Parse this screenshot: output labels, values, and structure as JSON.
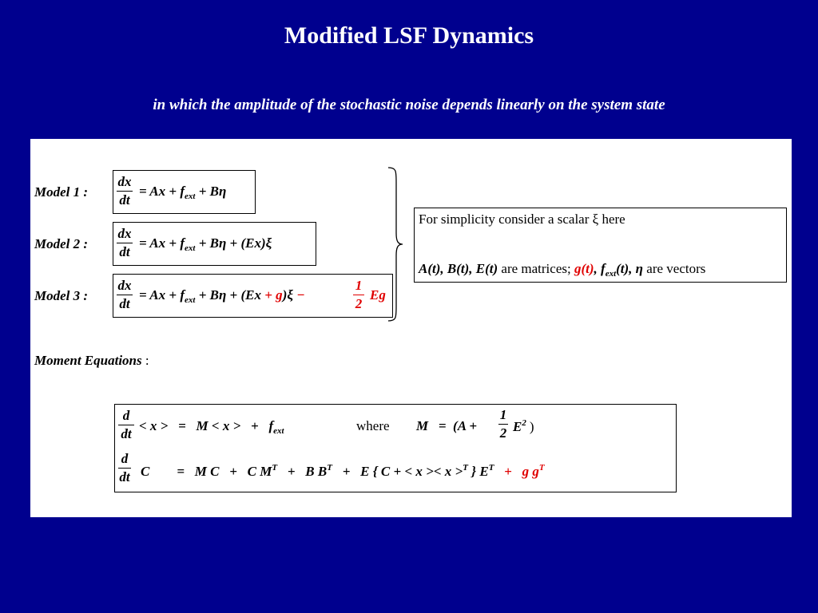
{
  "title": "Modified LSF Dynamics",
  "subtitle": "in which the amplitude of the  stochastic noise depends linearly on the system state",
  "models": [
    {
      "label": "Model  1 :",
      "num": "dx",
      "den": "dt",
      "rhs": "= Ax + f",
      "sub": "ext",
      "tail": " + Bη"
    },
    {
      "label": "Model  2 :",
      "num": "dx",
      "den": "dt",
      "rhs": "= Ax + f",
      "sub": "ext",
      "tail": " + Bη + (Ex)ξ"
    },
    {
      "label": "Model  3 :",
      "num": "dx",
      "den": "dt",
      "rhs": "= Ax + f",
      "sub": "ext",
      "tail_a": " + Bη + (Ex ",
      "tail_red": "+ g",
      "tail_b": ")ξ ",
      "minus": "−",
      "half_num": "1",
      "half_den": "2",
      "eg": "Eg"
    }
  ],
  "note": {
    "line1": "For simplicity consider a scalar ξ here",
    "line2_a": "A(t), B(t), E(t)",
    "line2_b": " are matrices; ",
    "line2_red": "g(t)",
    "line2_c": ", f",
    "line2_sub": "ext",
    "line2_d": "(t),  η",
    "line2_e": " are vectors"
  },
  "moment_label": "Moment Equations",
  "moment_colon": " :",
  "moment": {
    "eq1_num": "d",
    "eq1_den": "dt",
    "eq1_body": "< x >   =   M < x >   +   f",
    "eq1_sub": "ext",
    "where": "where",
    "eq1_m": "M   =  (A +",
    "eq1_half_num": "1",
    "eq1_half_den": "2",
    "eq1_e": "E",
    "eq1_e_sup": "2",
    "eq1_close": ")",
    "eq2_num": "d",
    "eq2_den": "dt",
    "eq2_body": "C        =   M C   +   C M",
    "eq2_sup1": "T",
    "eq2_body2": "   +   B B",
    "eq2_sup2": "T",
    "eq2_body3": "   +   E { C + < x >< x >",
    "eq2_sup3": "T",
    "eq2_body4": " } E",
    "eq2_sup4": "T",
    "eq2_red": "   +   g g",
    "eq2_red_sup": "T"
  }
}
